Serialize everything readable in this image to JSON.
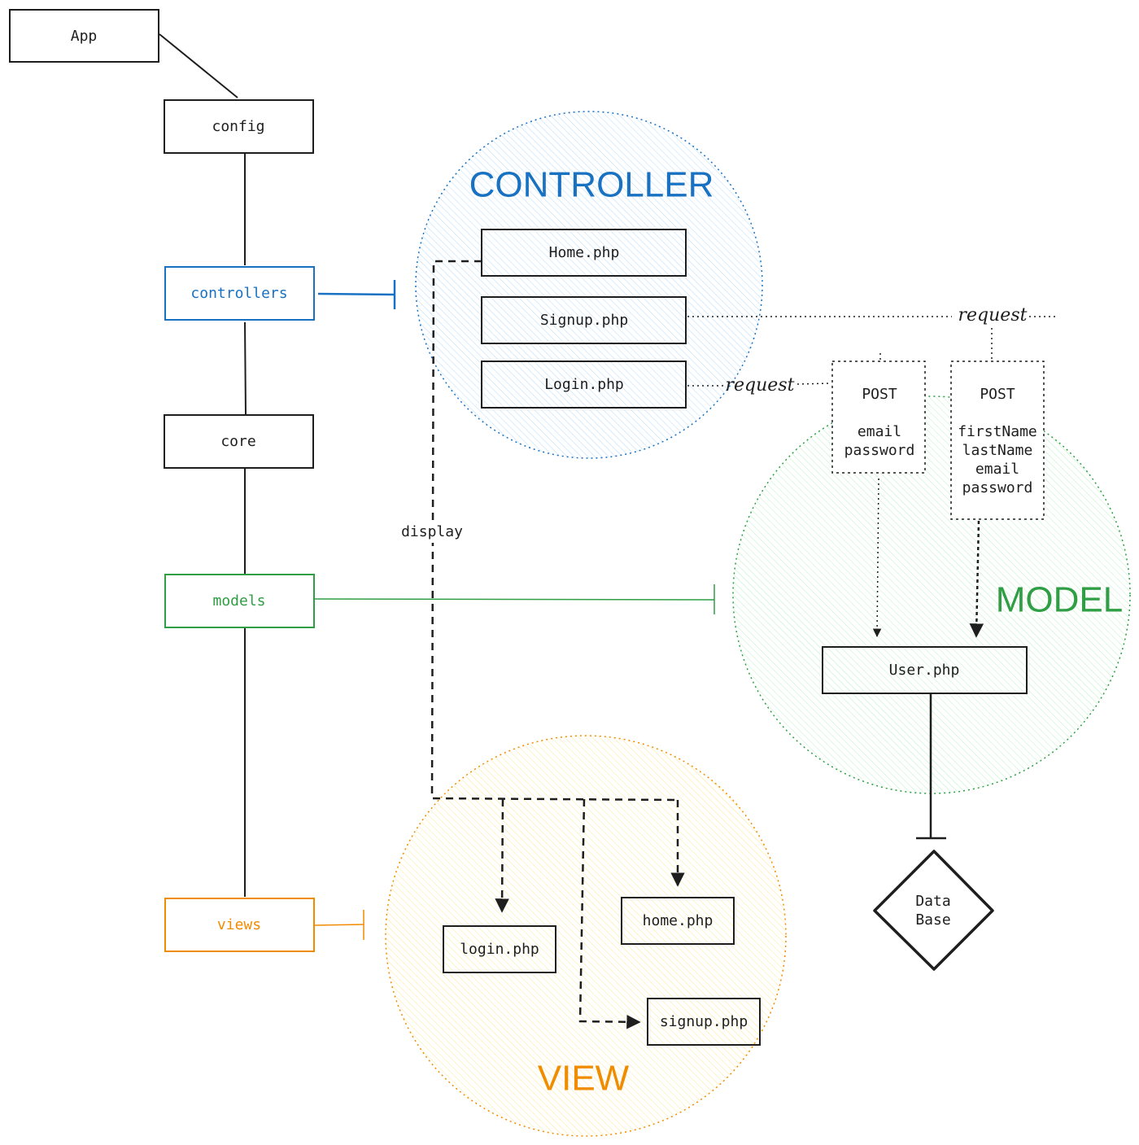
{
  "colors": {
    "black": "#1e1e1e",
    "controller": "#1971c2",
    "model": "#2f9e44",
    "view": "#f08c00",
    "controller_fill": "#a5d8ff",
    "model_fill": "#b2f2bb",
    "view_fill": "#ffec99"
  },
  "tree": {
    "app": "App",
    "config": "config",
    "controllers": "controllers",
    "core": "core",
    "models": "models",
    "views": "views"
  },
  "controller": {
    "title": "CONTROLLER",
    "files": [
      "Home.php",
      "Signup.php",
      "Login.php"
    ]
  },
  "model": {
    "title": "MODEL",
    "file": "User.php"
  },
  "view": {
    "title": "VIEW",
    "files": {
      "login": "login.php",
      "home": "home.php",
      "signup": "signup.php"
    }
  },
  "labels": {
    "display": "display",
    "request_signup": "request",
    "request_login": "request"
  },
  "post_login": {
    "method": "POST",
    "fields": [
      "email",
      "password"
    ]
  },
  "post_signup": {
    "method": "POST",
    "fields": [
      "firstName",
      "lastName",
      "email",
      "password"
    ]
  },
  "database": {
    "line1": "Data",
    "line2": "Base"
  }
}
